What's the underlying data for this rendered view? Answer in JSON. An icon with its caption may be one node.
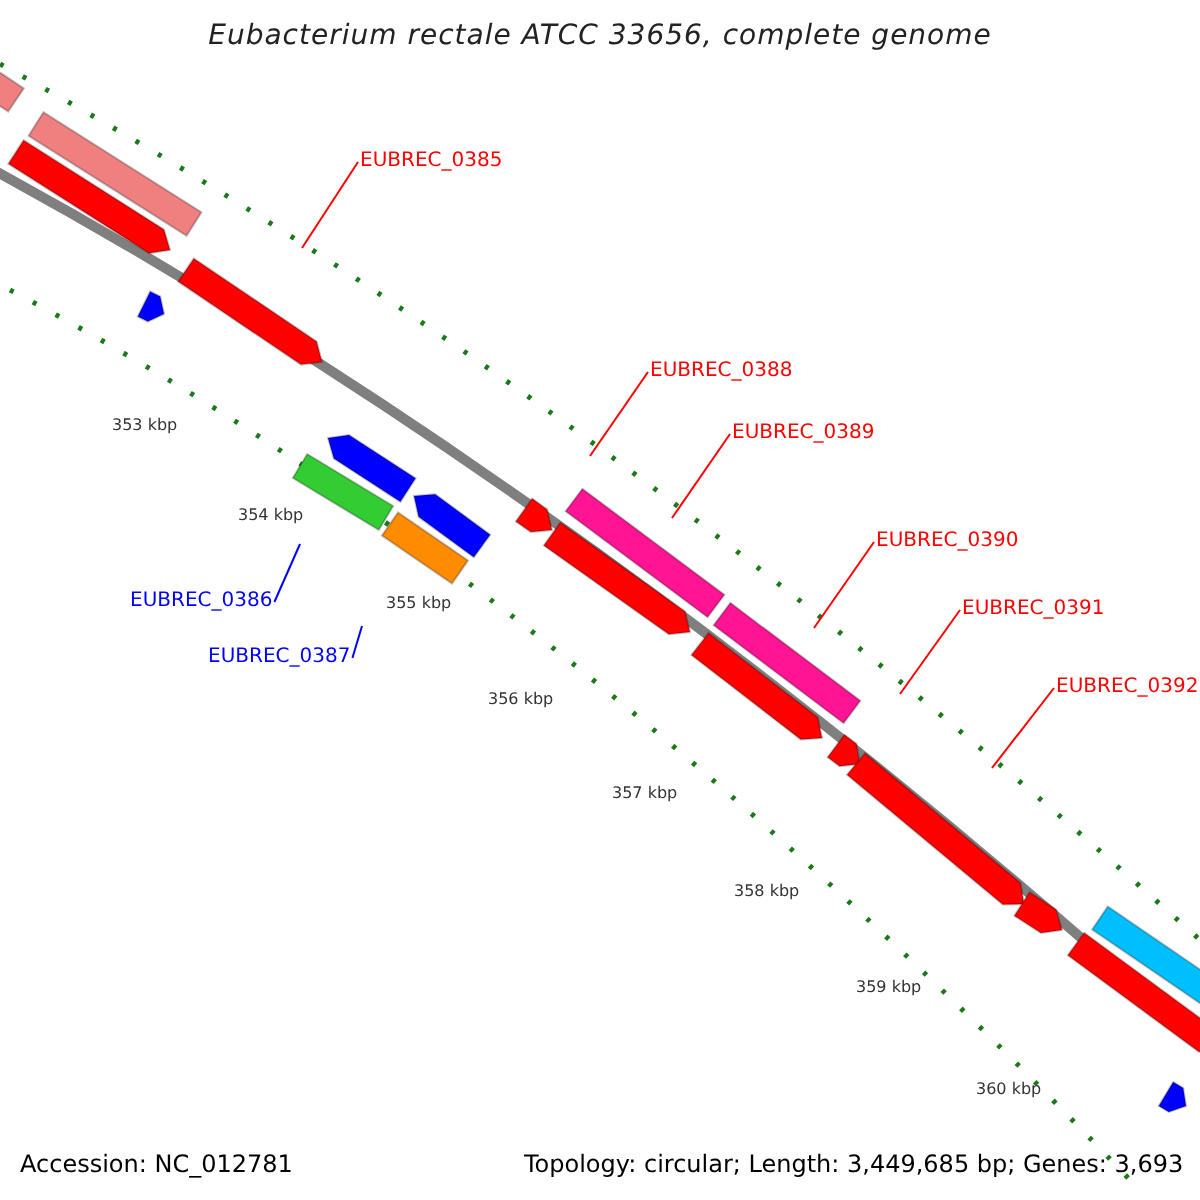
{
  "diagram": {
    "title": "Eubacterium rectale ATCC 33656, complete genome",
    "nodes": [
      {
        "text": [
          "EUBREC_0385"
        ]
      },
      {
        "text": [
          "EUBREC_0386"
        ]
      },
      {
        "text": [
          "EUBREC_0387"
        ]
      },
      {
        "text": [
          "EUBREC_0388"
        ]
      },
      {
        "text": [
          "EUBREC_0389"
        ]
      },
      {
        "text": [
          "EUBREC_0390"
        ]
      },
      {
        "text": [
          "EUBREC_0391"
        ]
      },
      {
        "text": [
          "EUBREC_0392"
        ]
      }
    ],
    "edges": [
      {
        "from": 0,
        "to": null,
        "arrow": "none"
      },
      {
        "from": 1,
        "to": null,
        "arrow": "none",
        "color": "#0000ff"
      },
      {
        "from": 2,
        "to": null,
        "arrow": "none",
        "color": "#0000ff"
      },
      {
        "from": 3,
        "to": null,
        "arrow": "none"
      },
      {
        "from": 4,
        "to": null,
        "arrow": "none"
      },
      {
        "from": 5,
        "to": null,
        "arrow": "none"
      },
      {
        "from": 6,
        "to": null,
        "arrow": "none"
      },
      {
        "from": 7,
        "to": null,
        "arrow": "none"
      }
    ],
    "labels": [
      "353 kbp",
      "354 kbp",
      "355 kbp",
      "356 kbp",
      "357 kbp",
      "358 kbp",
      "359 kbp",
      "360 kbp",
      "Accession: NC_012781",
      "Topology: circular; Length: 3,449,685 bp; Genes: 3,693"
    ]
  }
}
